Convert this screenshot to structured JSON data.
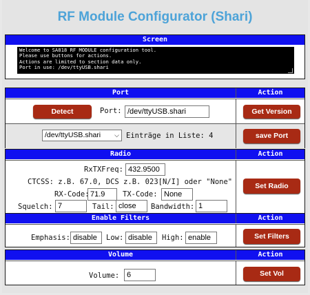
{
  "title": "RF Module Configurator (Shari)",
  "screen": {
    "header": "Screen",
    "lines": [
      "Welcome to SA818 RF MODULE configuration tool.",
      "Please use buttons for actions.",
      "Actions are limited to section data only.",
      "Port in use: /dev/ttyUSB.shari"
    ]
  },
  "port": {
    "header": "Port",
    "action_header": "Action",
    "detect_label": "Detect",
    "port_label": "Port:",
    "port_value": "/dev/ttyUSB.shari",
    "get_version_label": "Get Version",
    "select_value": "/dev/ttyUSB.shari",
    "entries_label": "Einträge in Liste: 4",
    "save_port_label": "save Port"
  },
  "radio": {
    "header": "Radio",
    "action_header": "Action",
    "rxtx_label": "RxTXFreq:",
    "rxtx_value": "432.9500",
    "ctcss_hint": "CTCSS: z.B. 67.0, DCS z.B. 023[N/I] oder \"None\"",
    "rx_code_label": "RX-Code:",
    "rx_code_value": "71.9",
    "tx_code_label": "TX-Code:",
    "tx_code_value": "None",
    "squelch_label": "Squelch:",
    "squelch_value": "7",
    "tail_label": "Tail:",
    "tail_value": "close",
    "bandwidth_label": "Bandwidth:",
    "bandwidth_value": "1",
    "set_radio_label": "Set Radio"
  },
  "filters": {
    "header": "Enable Filters",
    "action_header": "Action",
    "emphasis_label": "Emphasis:",
    "emphasis_value": "disable",
    "low_label": "Low:",
    "low_value": "disable",
    "high_label": "High:",
    "high_value": "enable",
    "set_filters_label": "Set Filters"
  },
  "volume": {
    "header": "Volume",
    "action_header": "Action",
    "volume_label": "Volume:",
    "volume_value": "6",
    "set_vol_label": "Set Vol"
  },
  "colors": {
    "header_bg": "#1010f0",
    "button_bg": "#a82a14",
    "title": "#4da3d8"
  }
}
